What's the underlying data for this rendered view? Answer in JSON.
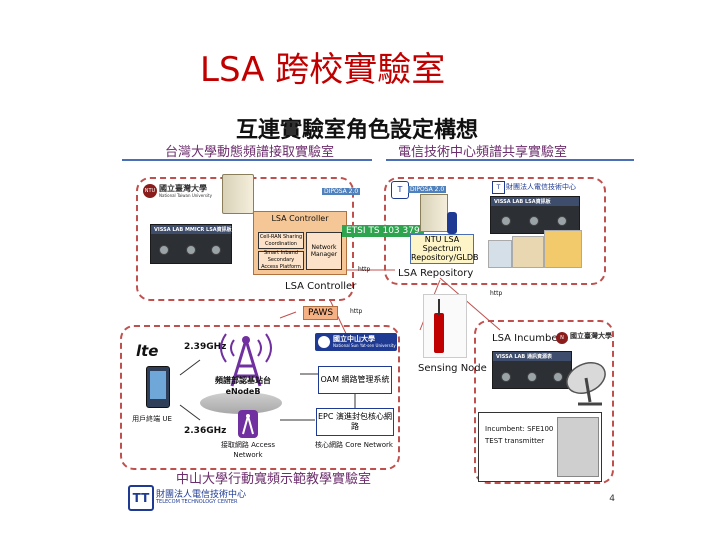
{
  "slide": {
    "title": "LSA 跨校實驗室",
    "subtitle": "互連實驗室角色設定構想",
    "page_number": "4"
  },
  "labs": {
    "top_left": "台灣大學動態頻譜接取實驗室",
    "top_right": "電信技術中心頻譜共享實驗室",
    "bottom": "中山大學行動寬頻示範教學實驗室"
  },
  "controller": {
    "server_tag": "DIPOSA 2.0",
    "header": "LSA Controller",
    "cells": [
      "Cell-RAN Sharing Coordination",
      "Smart Inband Secondary Access Platform"
    ],
    "network_manager": "Network Manager",
    "label": "LSA Controller"
  },
  "repository": {
    "server_tag": "DIPOSA 2.0",
    "box": "NTU LSA Spectrum Repository/GLDB",
    "label": "LSA Repository"
  },
  "links": {
    "etsi": "ETSI TS 103 379",
    "paws": "PAWS",
    "http_1": "http",
    "http_2": "http",
    "http_3": "http"
  },
  "lte": {
    "logo": "lte",
    "band_1": "2.39GHz",
    "band_2": "2.36GHz",
    "enodeb": "頻譜部認基站台 eNodeB",
    "ue": "用戶終端 UE",
    "access_network": "接取網路 Access Network",
    "oam": "OAM 網路管理系統",
    "epc": "EPC 演進封包核心網路",
    "core_network": "核心網路 Core Network"
  },
  "sensing": {
    "label": "Sensing Node"
  },
  "incumbent": {
    "label": "LSA Incumbent",
    "box": "Incumbent: SFE100 TEST transmitter"
  },
  "devices": {
    "left_a": "VISSA LAB",
    "left_b": "MMICR LSA資訊板",
    "right_a": "VISSA LAB",
    "right_b": "LSA資訊板",
    "inc_a": "VISSA LAB",
    "inc_b": "通訊資源表"
  },
  "logos": {
    "ntu": "國立臺灣大學",
    "ntu_en": "National Taiwan University",
    "nsysu": "國立中山大學",
    "nsysu_en": "National Sun Yat-sen University",
    "ttc": "財團法人電信技術中心",
    "ttc_en": "TELECOM TECHNOLOGY CENTER",
    "ttc_small": "財團法人電信技術中心"
  }
}
